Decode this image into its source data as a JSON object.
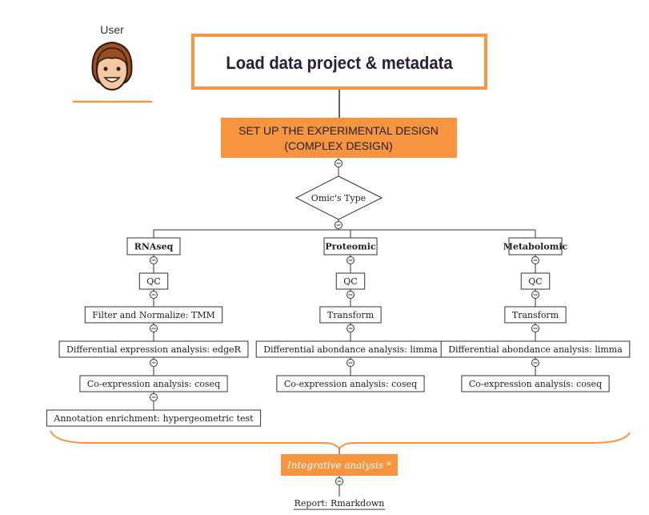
{
  "user": {
    "label": "User",
    "avatar_icon": "user-avatar-icon"
  },
  "header": {
    "title": "Load data project & metadata"
  },
  "design": {
    "line1": "SET UP THE EXPERIMENTAL DESIGN",
    "line2": "(COMPLEX DESIGN)"
  },
  "decision": {
    "label": "Omic's Type"
  },
  "columns": [
    {
      "title": "RNAseq",
      "steps": [
        "QC",
        "Filter and Normalize: TMM",
        "Differential expression analysis: edgeR",
        "Co-expression analysis: coseq",
        "Annotation enrichment: hypergeometric test"
      ]
    },
    {
      "title": "Proteomic",
      "steps": [
        "QC",
        "Transform",
        "Differential abondance analysis: limma",
        "Co-expression analysis: coseq"
      ]
    },
    {
      "title": "Metabolomic",
      "steps": [
        "QC",
        "Transform",
        "Differential abondance analysis: limma",
        "Co-expression analysis: coseq"
      ]
    }
  ],
  "integrative": {
    "label": "Integrative analysis *"
  },
  "report": {
    "label": "Report: Rmarkdown"
  },
  "colors": {
    "orange": "#F7943F",
    "dark_text": "#222222",
    "title_text": "#2B1D3A",
    "line": "#333333",
    "collapse_icon": "minus-circle-icon"
  }
}
